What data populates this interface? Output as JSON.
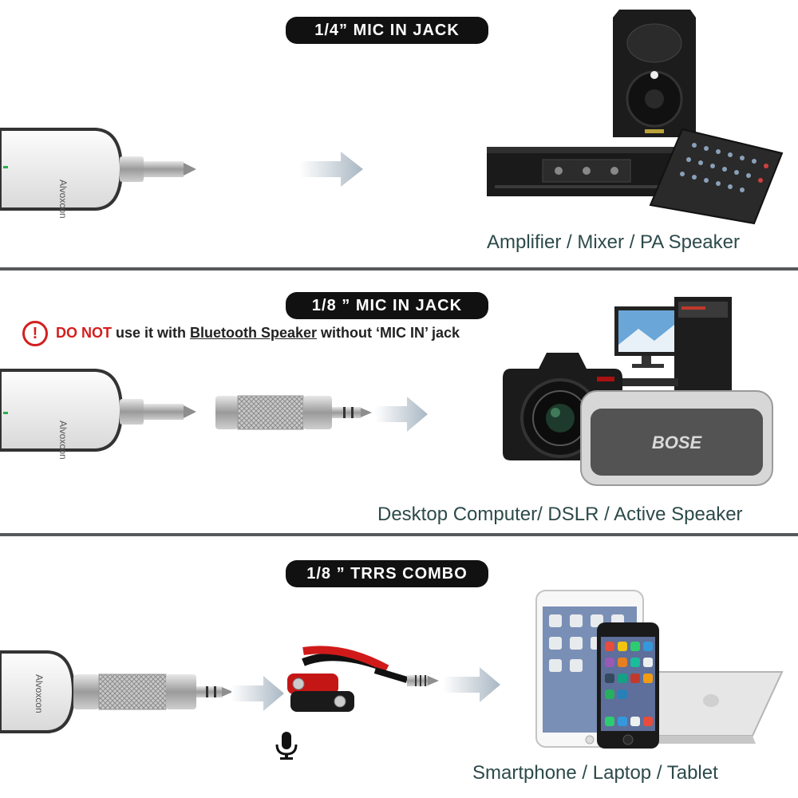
{
  "sections": [
    {
      "title": "1/4” MIC IN JACK",
      "caption": "Amplifier / Mixer / PA Speaker"
    },
    {
      "title": "1/8 ” MIC IN JACK",
      "caption": "Desktop Computer/  DSLR / Active Speaker"
    },
    {
      "title": "1/8 ” TRRS COMBO",
      "caption": "Smartphone / Laptop / Tablet"
    }
  ],
  "warning": {
    "icon": "exclamation-icon",
    "do_not": "DO NOT",
    "text1": " use it with ",
    "underlined": "Bluetooth Speaker",
    "text2": " without ‘MIC IN’ jack"
  },
  "device": {
    "brand": "Alvoxcon"
  },
  "products": {
    "speaker_brand": "BOSE"
  },
  "icons": {
    "mic": "microphone-icon",
    "arrow": "arrow-right-icon"
  },
  "colors": {
    "pill": "#111111",
    "warning": "#d41e1e",
    "caption": "#2d4a4a",
    "divider": "#58595b"
  }
}
